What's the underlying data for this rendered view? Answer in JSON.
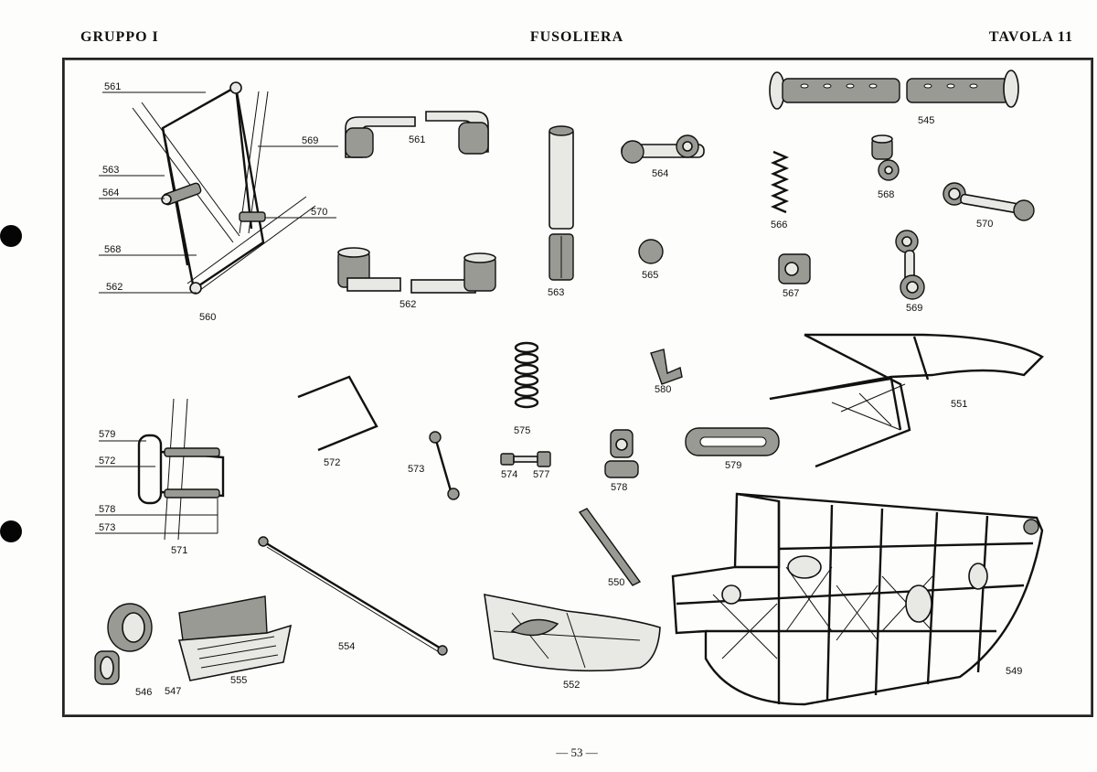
{
  "header": {
    "group": "GRUPPO I",
    "section": "FUSOLIERA",
    "plate": "TAVOLA 11"
  },
  "page_number": "— 53 —",
  "labels": {
    "l561a": "561",
    "l563a": "563",
    "l564a": "564",
    "l568a": "568",
    "l562a": "562",
    "l569a": "569",
    "l570a": "570",
    "l560": "560",
    "l561b": "561",
    "l562b": "562",
    "l563b": "563",
    "l564b": "564",
    "l565": "565",
    "l545": "545",
    "l566": "566",
    "l568b": "568",
    "l570b": "570",
    "l567": "567",
    "l569b": "569",
    "l575": "575",
    "l580": "580",
    "l551": "551",
    "l579a": "579",
    "l572a": "572",
    "l578a": "578",
    "l573a": "573",
    "l571": "571",
    "l572b": "572",
    "l573b": "573",
    "l574": "574",
    "l577": "577",
    "l578b": "578",
    "l579b": "579",
    "l554": "554",
    "l550": "550",
    "l546": "546",
    "l547": "547",
    "l555": "555",
    "l552": "552",
    "l549": "549"
  }
}
